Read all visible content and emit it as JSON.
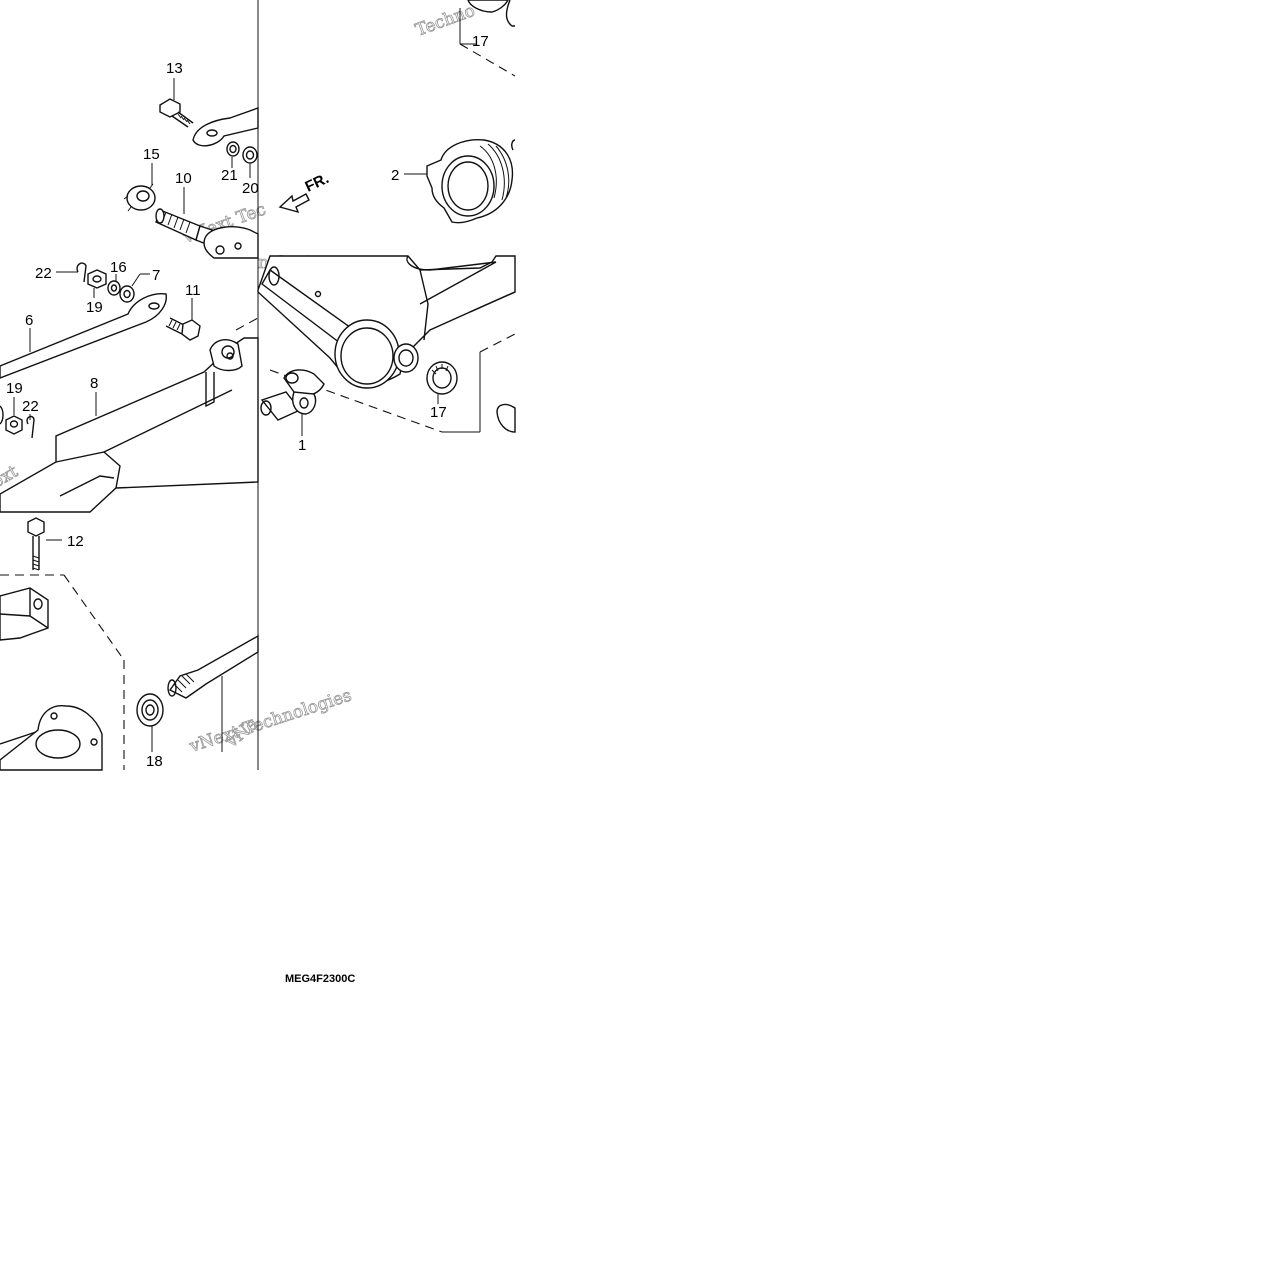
{
  "callouts": {
    "c13": "13",
    "c15": "15",
    "c10": "10",
    "c21": "21",
    "c20": "20",
    "c2": "2",
    "c22a": "22",
    "c16": "16",
    "c7": "7",
    "c19a": "19",
    "c11": "11",
    "c6": "6",
    "c8": "8",
    "c19b": "19",
    "c22b": "22",
    "c1": "1",
    "c17a": "17",
    "c17b": "17",
    "c12": "12",
    "c18": "18"
  },
  "direction_label": "FR.",
  "diagram_code": "MEG4F2300C",
  "watermark": {
    "line1": "vNext Technologies",
    "partial": [
      "Techno",
      "vNext Tec",
      "nologies",
      "ext",
      "Technologies",
      "vNe"
    ]
  }
}
